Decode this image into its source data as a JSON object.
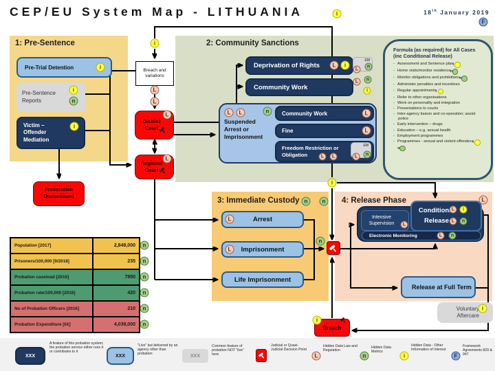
{
  "header": {
    "title": "CEP/EU System Map - LITHUANIA",
    "date_day": "18",
    "date_suffix": "th",
    "date_rest": " January 2019"
  },
  "markers": {
    "L": "L",
    "n": "n",
    "i": "i",
    "F": "F",
    "EM": "EM",
    "XXX": "XXX"
  },
  "sections": {
    "s1": {
      "label": "1: Pre-Sentence"
    },
    "s2": {
      "label": "2: Community Sanctions"
    },
    "s3": {
      "label": "3: Immediate Custody"
    },
    "s4": {
      "label": "4: Release Phase"
    }
  },
  "boxes": {
    "pretrial": "Pre-Trial Detention",
    "psr": "Pre-Sentence Reports",
    "vom": "Victim – Offender Mediation",
    "breach_var": "Breach and variations",
    "district": "District Court",
    "regional": "Regional Court",
    "prosecution": "Prosecution Discontinued",
    "deprivation": "Deprivation of Rights",
    "community_work": "Community Work",
    "suspended": "Suspended Arrest or Imprisonment",
    "cw_inner": "Community Work",
    "fine": "Fine",
    "freedom": "Freedom Restriction or Obligation",
    "arrest": "Arrest",
    "imprisonment": "Imprisonment",
    "life": "Life Imprisonment",
    "intensive": "Intensive Supervision",
    "conditional_1": "Conditional",
    "conditional_2": "Release",
    "em_bar": "Electronic Monitoring",
    "release_full": "Release at Full Term",
    "voluntary_1": "Voluntary",
    "voluntary_2": "Aftercare",
    "breach": "Breach"
  },
  "formula": {
    "title": "Formula (as required) for All Cases (inc Conditional Release)",
    "bullets": [
      {
        "text": "Assessment and Sentence plan"
      },
      {
        "text": "Home visits/monitor residence"
      },
      {
        "text": "Monitor obligations and prohibitions"
      },
      {
        "text": "Administer penalties and incentives"
      },
      {
        "text": "Regular appointments"
      },
      {
        "text": "Refer to other organisations"
      },
      {
        "text": "Work on personality and integration"
      },
      {
        "text": "Presentations to courts"
      },
      {
        "text": "Inter-agency liaison and co-operation; assist police"
      },
      {
        "text": "Early intervention – drugs"
      },
      {
        "text": "Education – e.g. sexual health"
      },
      {
        "text": "Employment programmes"
      },
      {
        "text": "Programmes - sexual and violent offenders"
      }
    ]
  },
  "table": {
    "rows": [
      {
        "label": "Population  [2017]",
        "value": "2,848,000"
      },
      {
        "label": "Prisoners/100,000 [9/2018]",
        "value": "235"
      },
      {
        "label": "Probation caseload  [2016]",
        "value": "7850"
      },
      {
        "label": "Probation rate/100,000 [2016]",
        "value": "420"
      },
      {
        "label": "No of Probation Officers  [2016]",
        "value": "210"
      },
      {
        "label": "Probation Expenditure  [€€]",
        "value": "4,038,000"
      }
    ]
  },
  "legend": {
    "items": [
      {
        "text": "A feature of this probation system; the probation service either runs it or contributes to it"
      },
      {
        "text": "\"Live\"  but delivered by an agency other than probation"
      },
      {
        "text": "Common feature of probation NOT \"live\" here"
      },
      {
        "text": "Judicial or Quasi-Judicial Decision Point"
      },
      {
        "text": "Hidden Data Law and Regulation"
      },
      {
        "text": "Hidden Data Metrics"
      },
      {
        "text": "Hidden Data - Other Information of Interest"
      },
      {
        "text": "Framework Agreements 829 & 947"
      }
    ]
  }
}
